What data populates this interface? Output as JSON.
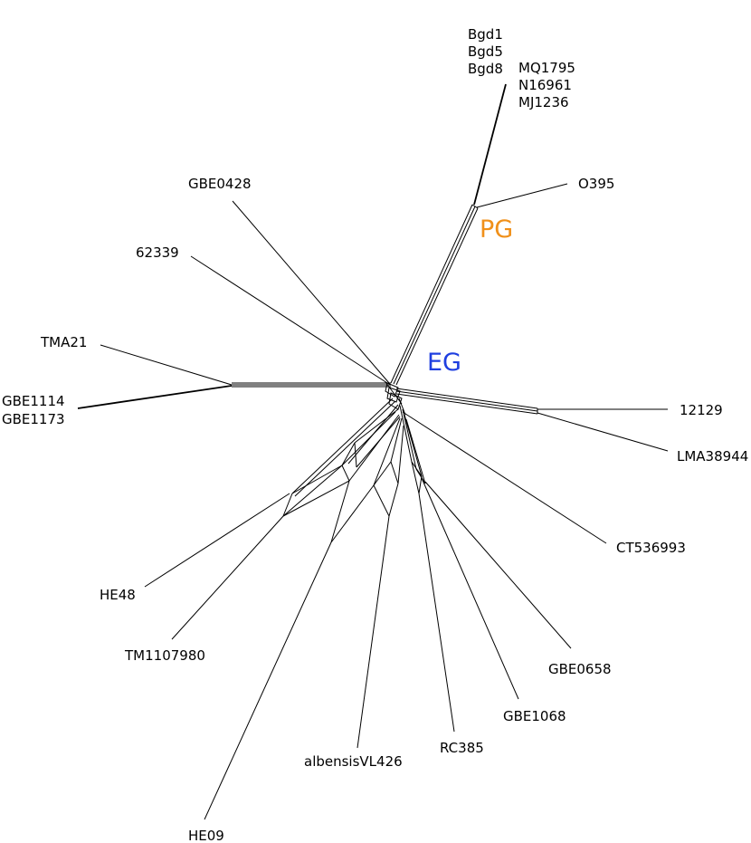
{
  "taxa": {
    "bgd1": "Bgd1",
    "bgd5": "Bgd5",
    "bgd8": "Bgd8",
    "mq1795": "MQ1795",
    "n16961": "N16961",
    "mj1236": "MJ1236",
    "o395": "O395",
    "gbe0428": "GBE0428",
    "t62339": "62339",
    "tma21": "TMA21",
    "gbe1114": "GBE1114",
    "gbe1173": "GBE1173",
    "t12129": "12129",
    "lma38944": "LMA38944",
    "ct536993": "CT536993",
    "he48": "HE48",
    "tm1107980": "TM1107980",
    "gbe0658": "GBE0658",
    "gbe1068": "GBE1068",
    "rc385": "RC385",
    "albensis": "albensisVL426",
    "he09": "HE09"
  },
  "groups": {
    "pg": {
      "label": "PG",
      "color": "#f0901a"
    },
    "eg": {
      "label": "EG",
      "color": "#1f3fe0"
    }
  }
}
